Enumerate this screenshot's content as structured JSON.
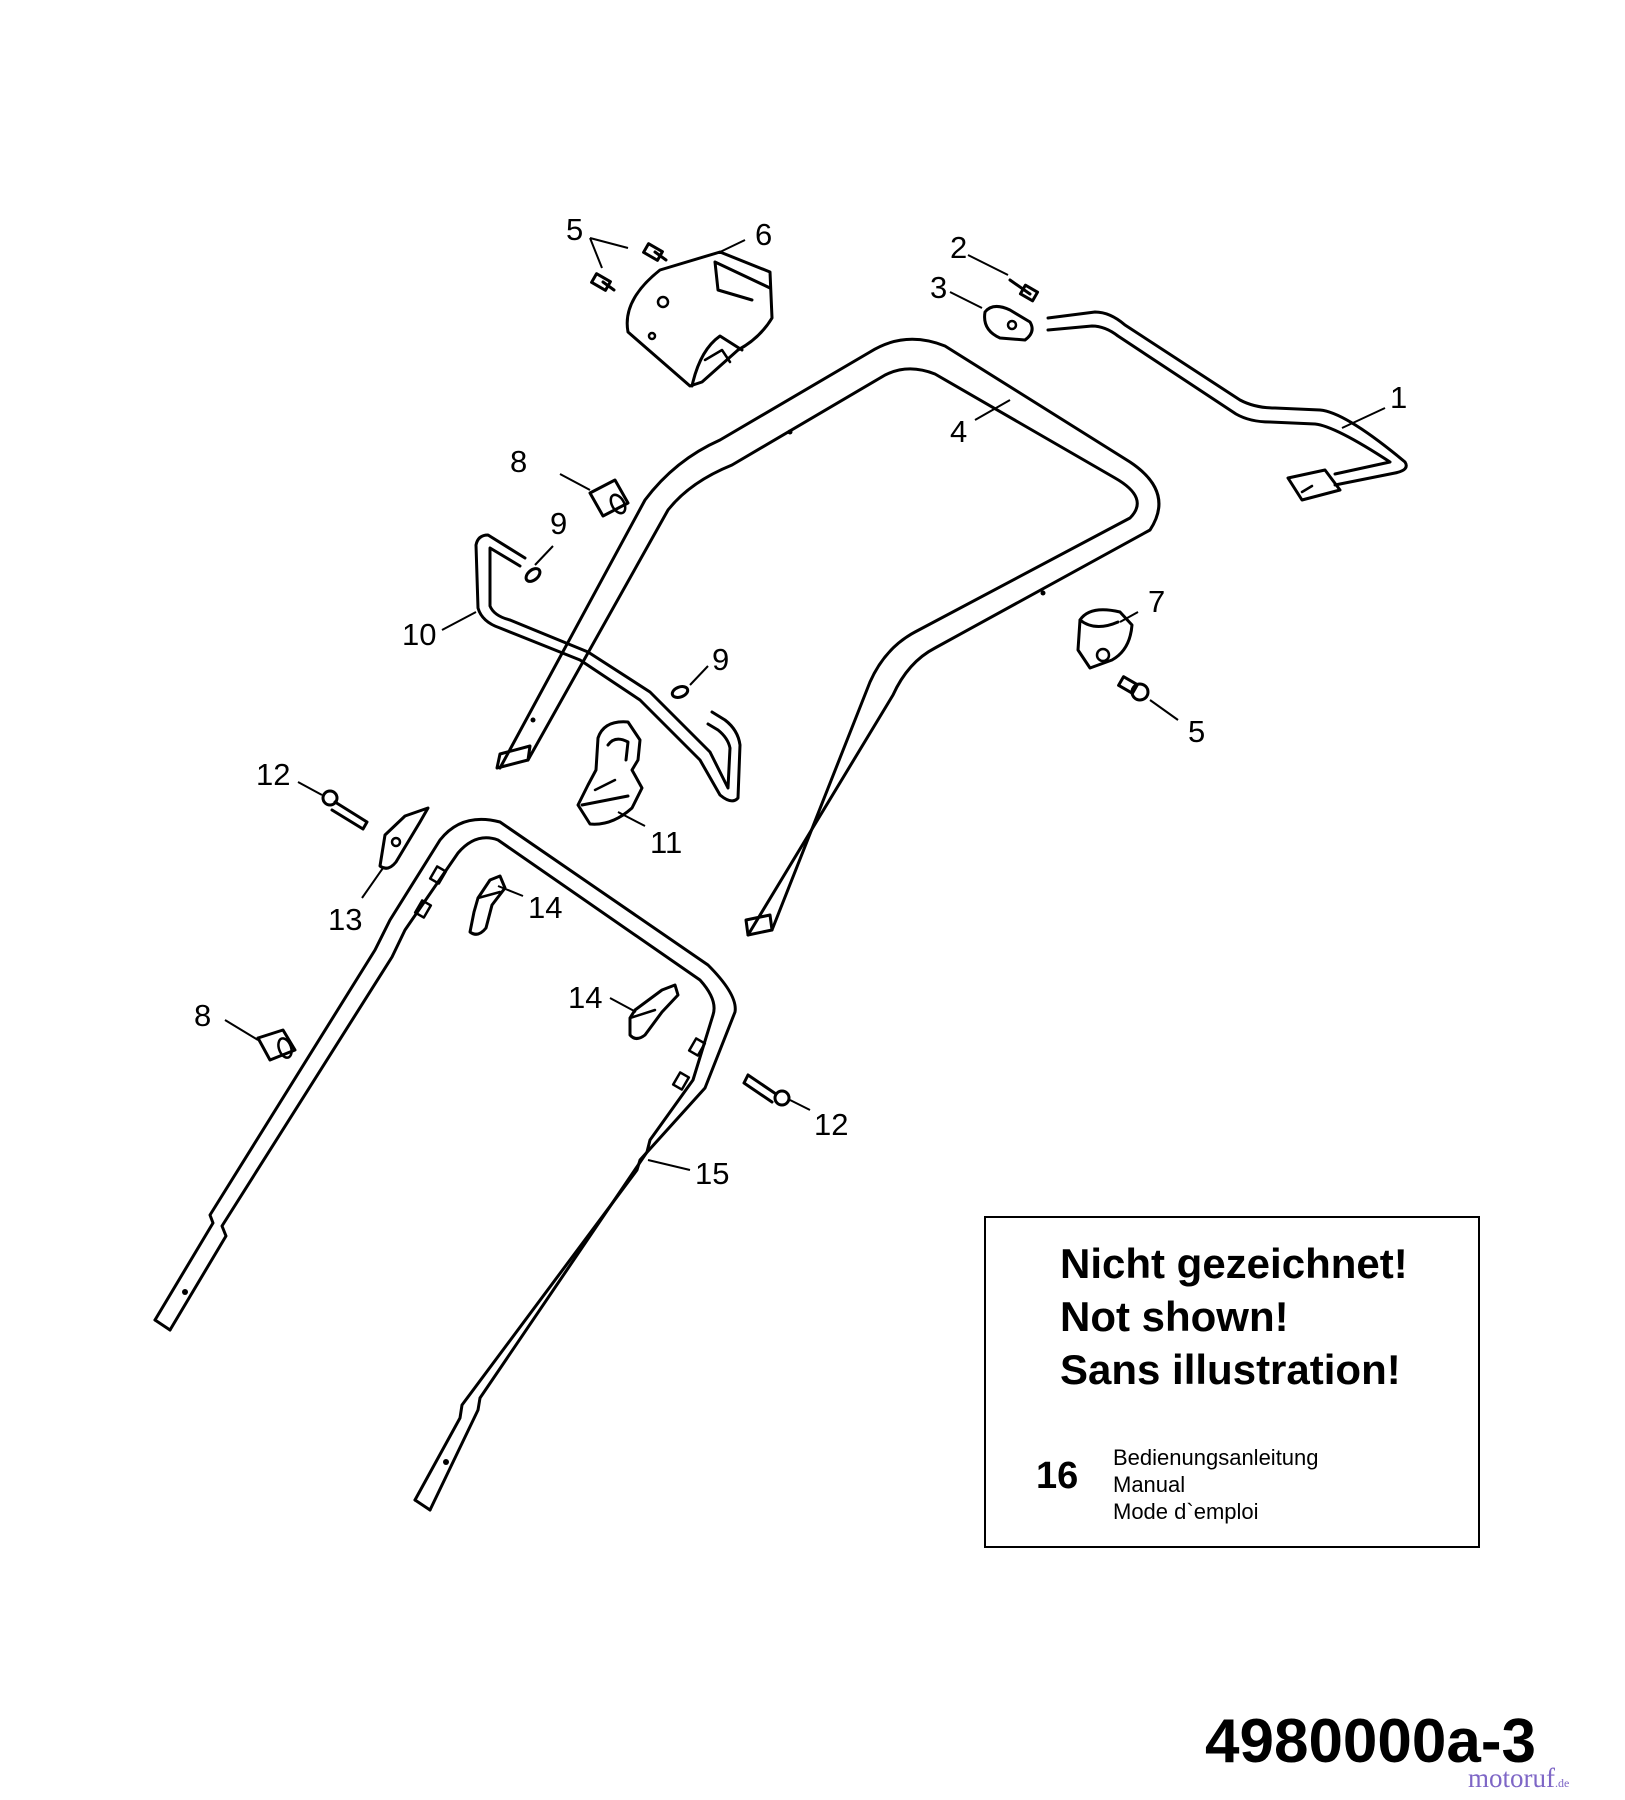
{
  "callouts": {
    "c1": "1",
    "c2": "2",
    "c3": "3",
    "c4": "4",
    "c5a": "5",
    "c5b": "5",
    "c6": "6",
    "c7": "7",
    "c8a": "8",
    "c8b": "8",
    "c9a": "9",
    "c9b": "9",
    "c10": "10",
    "c11": "11",
    "c12a": "12",
    "c12b": "12",
    "c13": "13",
    "c14a": "14",
    "c14b": "14",
    "c15": "15"
  },
  "note": {
    "lines": [
      "Nicht gezeichnet!",
      "Not shown!",
      "Sans illustration!"
    ],
    "item_number": "16",
    "item_lines": [
      "Bedienungsanleitung",
      "Manual",
      "Mode d`emploi"
    ]
  },
  "drawing_number": "4980000a-3",
  "watermark": {
    "text": "motoruf",
    "suffix": ".de",
    "color": "#7e66c6"
  }
}
